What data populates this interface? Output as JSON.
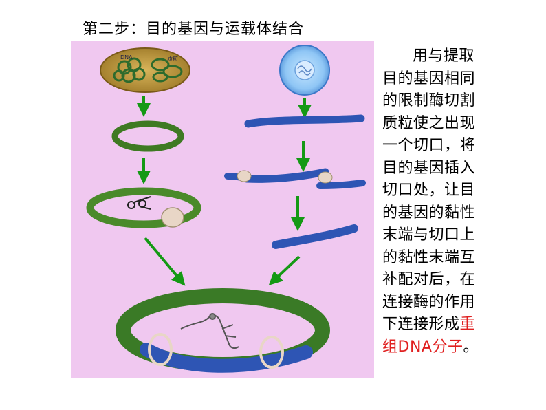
{
  "title": "第二步：目的基因与运载体结合",
  "diagram": {
    "bacterium_labels": {
      "dna": "DNA",
      "plasmid": "质粒"
    }
  },
  "explanation": {
    "lines": [
      "用与提取",
      "目的基因相同",
      "的限制酶切割",
      "质粒使之出现",
      "一个切口，将",
      "目的基因插入",
      "切口处，让目",
      "的基因的黏性",
      "末端与切口上",
      "的黏性末端互",
      "补配对后，在",
      "连接酶的作用",
      "下连接形成"
    ],
    "highlight_tail": "重",
    "highlight_line": "组DNA分子",
    "final_punct": "。"
  },
  "colors": {
    "panel_bg": "#f0c8f0",
    "plasmid_green": "#3f7a23",
    "gene_blue": "#2e55b4",
    "arrow_green": "#149914",
    "highlight_red": "#e02020"
  }
}
